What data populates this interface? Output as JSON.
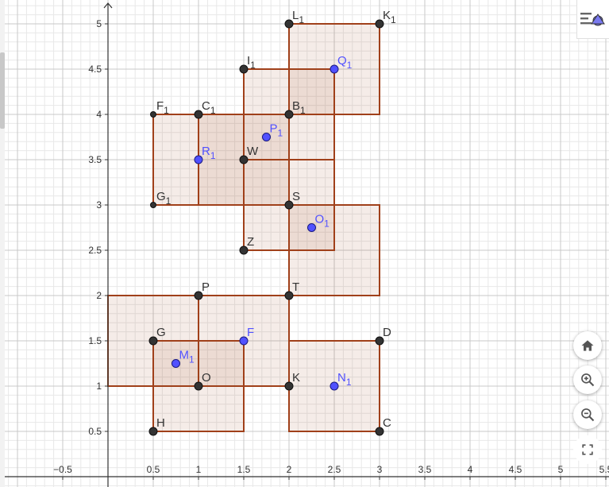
{
  "graph": {
    "x_ticks": [
      {
        "v": -0.5,
        "label": "−0.5"
      },
      {
        "v": 0.5,
        "label": "0.5"
      },
      {
        "v": 1,
        "label": "1"
      },
      {
        "v": 1.5,
        "label": "1.5"
      },
      {
        "v": 2,
        "label": "2"
      },
      {
        "v": 2.5,
        "label": "2.5"
      },
      {
        "v": 3,
        "label": "3"
      },
      {
        "v": 3.5,
        "label": "3.5"
      },
      {
        "v": 4,
        "label": "4"
      },
      {
        "v": 4.5,
        "label": "4.5"
      },
      {
        "v": 5,
        "label": "5"
      },
      {
        "v": 5.5,
        "label": "5.5"
      }
    ],
    "y_ticks": [
      {
        "v": 0.5,
        "label": "0.5"
      },
      {
        "v": 1,
        "label": "1"
      },
      {
        "v": 1.5,
        "label": "1.5"
      },
      {
        "v": 2,
        "label": "2"
      },
      {
        "v": 2.5,
        "label": "2.5"
      },
      {
        "v": 3,
        "label": "3"
      },
      {
        "v": 3.5,
        "label": "3.5"
      },
      {
        "v": 4,
        "label": "4"
      },
      {
        "v": 4.5,
        "label": "4.5"
      },
      {
        "v": 5,
        "label": "5"
      }
    ],
    "squares": [
      {
        "x1": 0,
        "y1": 1,
        "x2": 1,
        "y2": 2
      },
      {
        "x1": 1,
        "y1": 1,
        "x2": 2,
        "y2": 2
      },
      {
        "x1": 0.5,
        "y1": 0.5,
        "x2": 1.5,
        "y2": 1.5
      },
      {
        "x1": 2,
        "y1": 0.5,
        "x2": 3,
        "y2": 1.5
      },
      {
        "x1": 2,
        "y1": 2,
        "x2": 3,
        "y2": 3
      },
      {
        "x1": 1.5,
        "y1": 2.5,
        "x2": 2.5,
        "y2": 3.5
      },
      {
        "x1": 0.5,
        "y1": 3,
        "x2": 1.5,
        "y2": 4
      },
      {
        "x1": 1,
        "y1": 3,
        "x2": 2,
        "y2": 4
      },
      {
        "x1": 1.5,
        "y1": 3.5,
        "x2": 2.5,
        "y2": 4.5
      },
      {
        "x1": 2,
        "y1": 4,
        "x2": 3,
        "y2": 5
      }
    ],
    "points": [
      {
        "name": "L",
        "sub": "1",
        "x": 2,
        "y": 5,
        "kind": "dark"
      },
      {
        "name": "K",
        "sub": "1",
        "x": 3,
        "y": 5,
        "kind": "dark"
      },
      {
        "name": "I",
        "sub": "1",
        "x": 1.5,
        "y": 4.5,
        "kind": "dark"
      },
      {
        "name": "Q",
        "sub": "1",
        "x": 2.5,
        "y": 4.5,
        "kind": "blue"
      },
      {
        "name": "F",
        "sub": "1",
        "x": 0.5,
        "y": 4,
        "kind": "small"
      },
      {
        "name": "C",
        "sub": "1",
        "x": 1,
        "y": 4,
        "kind": "dark"
      },
      {
        "name": "B",
        "sub": "1",
        "x": 2,
        "y": 4,
        "kind": "dark"
      },
      {
        "name": "P",
        "sub": "1",
        "x": 1.75,
        "y": 3.75,
        "kind": "blue"
      },
      {
        "name": "R",
        "sub": "1",
        "x": 1,
        "y": 3.5,
        "kind": "blue"
      },
      {
        "name": "W",
        "sub": "",
        "x": 1.5,
        "y": 3.5,
        "kind": "dark"
      },
      {
        "name": "G",
        "sub": "1",
        "x": 0.5,
        "y": 3,
        "kind": "small"
      },
      {
        "name": "S",
        "sub": "",
        "x": 2,
        "y": 3,
        "kind": "dark"
      },
      {
        "name": "O",
        "sub": "1",
        "x": 2.25,
        "y": 2.75,
        "kind": "blue"
      },
      {
        "name": "Z",
        "sub": "",
        "x": 1.5,
        "y": 2.5,
        "kind": "dark"
      },
      {
        "name": "P",
        "sub": "",
        "x": 1,
        "y": 2,
        "kind": "dark"
      },
      {
        "name": "T",
        "sub": "",
        "x": 2,
        "y": 2,
        "kind": "dark"
      },
      {
        "name": "G",
        "sub": "",
        "x": 0.5,
        "y": 1.5,
        "kind": "dark"
      },
      {
        "name": "F",
        "sub": "",
        "x": 1.5,
        "y": 1.5,
        "kind": "blue"
      },
      {
        "name": "D",
        "sub": "",
        "x": 3,
        "y": 1.5,
        "kind": "dark"
      },
      {
        "name": "M",
        "sub": "1",
        "x": 0.75,
        "y": 1.25,
        "kind": "blue"
      },
      {
        "name": "O",
        "sub": "",
        "x": 1,
        "y": 1,
        "kind": "dark"
      },
      {
        "name": "K",
        "sub": "",
        "x": 2,
        "y": 1,
        "kind": "dark"
      },
      {
        "name": "N",
        "sub": "1",
        "x": 2.5,
        "y": 1,
        "kind": "blue"
      },
      {
        "name": "H",
        "sub": "",
        "x": 0.5,
        "y": 0.5,
        "kind": "dark"
      },
      {
        "name": "C",
        "sub": "",
        "x": 3,
        "y": 0.5,
        "kind": "dark"
      }
    ]
  },
  "colors": {
    "square_stroke": "#a0401a",
    "square_fill": "#a0401a",
    "dark_point": "#333333",
    "blue_point": "#5151ff",
    "blue_label": "#5151ff",
    "dark_label": "#333333",
    "axis": "#333333",
    "grid_major": "#c8c8c8",
    "grid_minor": "#e8e8e8"
  },
  "toolbar": {
    "menu_icon": "style-menu-icon",
    "home_icon": "home-icon",
    "zoom_in_icon": "zoom-in-icon",
    "zoom_out_icon": "zoom-out-icon",
    "fullscreen_icon": "fullscreen-icon"
  }
}
